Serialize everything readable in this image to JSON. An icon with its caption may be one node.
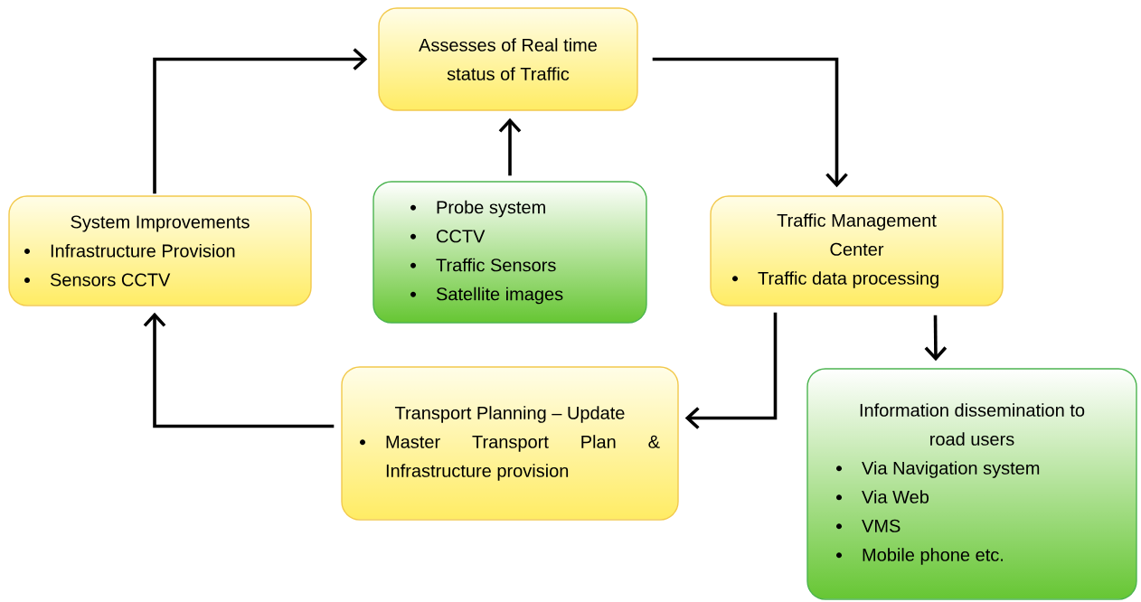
{
  "diagram": {
    "nodes": [
      {
        "text": [
          "Assesses of Real time status of Traffic"
        ]
      },
      {
        "text": [
          "System Improvements",
          "Infrastructure Provision",
          "Sensors CCTV"
        ]
      },
      {
        "text": [
          "Probe system",
          "CCTV",
          "Traffic Sensors",
          "Satellite images"
        ]
      },
      {
        "text": [
          "Traffic Management Center",
          "Traffic data processing"
        ]
      },
      {
        "text": [
          "Transport Planning – Update",
          "Master Transport Plan & Infrastructure provision"
        ]
      },
      {
        "text": [
          "Information dissemination to road users",
          "Via Navigation system",
          "Via Web",
          "VMS",
          "Mobile phone etc."
        ]
      }
    ],
    "edges": [
      {
        "from": 1,
        "to": 0,
        "arrow": "to"
      },
      {
        "from": 0,
        "to": 3,
        "arrow": "to"
      },
      {
        "from": 2,
        "to": 0,
        "arrow": "to"
      },
      {
        "from": 3,
        "to": 4,
        "arrow": "to"
      },
      {
        "from": 3,
        "to": 5,
        "arrow": "to"
      },
      {
        "from": 4,
        "to": 1,
        "arrow": "to"
      }
    ]
  }
}
